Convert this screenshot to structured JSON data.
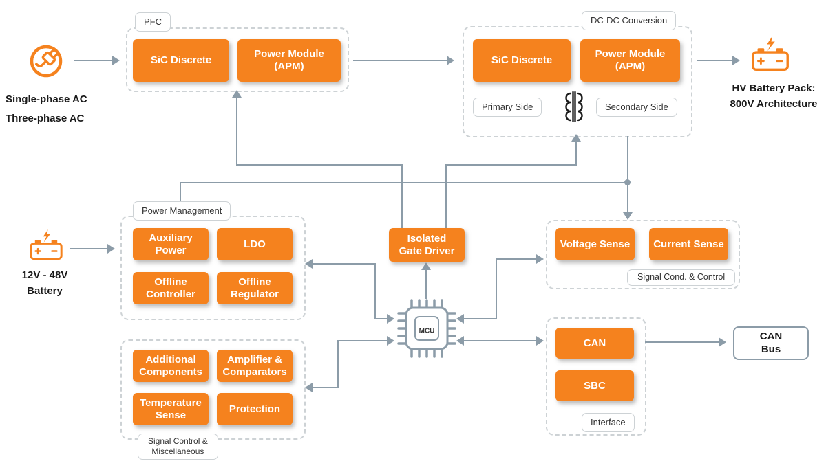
{
  "colors": {
    "accent_orange": "#F5821E",
    "connector_gray": "#8C9CA8",
    "dashed_border_gray": "#CDD2D5",
    "text_dark": "#1A1A1A"
  },
  "inputs": {
    "single_phase_ac": "Single-phase AC",
    "three_phase_ac": "Three-phase AC",
    "lv_battery": "12V - 48V\nBattery"
  },
  "pfc": {
    "tag": "PFC",
    "boxes": [
      "SiC Discrete",
      "Power Module\n(APM)"
    ]
  },
  "dcdc": {
    "tag": "DC-DC Conversion",
    "boxes": [
      "SiC Discrete",
      "Power Module\n(APM)"
    ],
    "primary_tag": "Primary Side",
    "secondary_tag": "Secondary Side"
  },
  "hv_battery": {
    "label": "HV Battery Pack:\n800V Architecture"
  },
  "power_management": {
    "tag": "Power Management",
    "boxes": [
      "Auxiliary\nPower",
      "LDO",
      "Offline\nController",
      "Offline\nRegulator"
    ]
  },
  "signal_control": {
    "tag": "Signal Control &\nMiscellaneous",
    "boxes": [
      "Additional\nComponents",
      "Amplifier &\nComparators",
      "Temperature\nSense",
      "Protection"
    ]
  },
  "gate_driver": {
    "label": "Isolated\nGate Driver"
  },
  "mcu": {
    "label": "MCU"
  },
  "signal_cond": {
    "tag": "Signal Cond. & Control",
    "boxes": [
      "Voltage Sense",
      "Current Sense"
    ]
  },
  "interface": {
    "tag": "Interface",
    "boxes": [
      "CAN",
      "SBC"
    ]
  },
  "can_bus": {
    "label": "CAN\nBus"
  }
}
